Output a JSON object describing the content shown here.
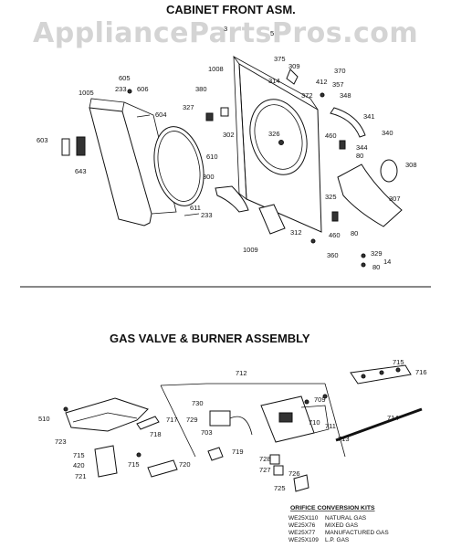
{
  "watermark": "AppliancePartsPros.com",
  "sections": {
    "cabinet_title": "CABINET FRONT ASM.",
    "gas_title": "GAS VALVE & BURNER ASSEMBLY"
  },
  "cabinet_labels": [
    "3",
    "5",
    "375",
    "309",
    "314",
    "370",
    "412",
    "357",
    "372",
    "348",
    "341",
    "340",
    "605",
    "233",
    "606",
    "1005",
    "1008",
    "380",
    "327",
    "604",
    "302",
    "326",
    "460",
    "344",
    "80",
    "308",
    "603",
    "643",
    "610",
    "300",
    "307",
    "325",
    "611",
    "233",
    "1009",
    "312",
    "460",
    "80",
    "360",
    "329",
    "14",
    "80"
  ],
  "gas_labels": [
    "715",
    "716",
    "712",
    "709",
    "730",
    "510",
    "717",
    "729",
    "703",
    "710",
    "711",
    "714",
    "718",
    "713",
    "723",
    "719",
    "728",
    "715",
    "420",
    "715",
    "720",
    "727",
    "726",
    "721",
    "725"
  ],
  "orifice_kits": {
    "heading": "ORIFICE CONVERSION KITS",
    "rows": [
      {
        "part": "WE25X110",
        "gas": "NATURAL GAS"
      },
      {
        "part": "WE25X76",
        "gas": "MIXED GAS"
      },
      {
        "part": "WE25X77",
        "gas": "MANUFACTURED GAS"
      },
      {
        "part": "WE25X109",
        "gas": "L.P. GAS"
      }
    ]
  }
}
